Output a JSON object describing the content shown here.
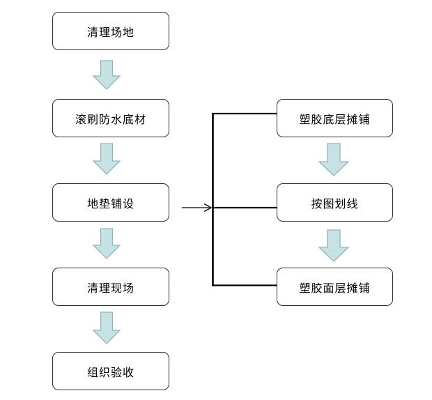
{
  "diagram": {
    "colors": {
      "background": "#ffffff",
      "box_border": "#2e2e2e",
      "box_fill": "#ffffff",
      "text": "#000000",
      "connector_line": "#000000",
      "block_arrow_fill": "#c6e2e4",
      "block_arrow_stroke": "#8fb6ba"
    },
    "left_nodes": [
      {
        "label": "清理场地"
      },
      {
        "label": "滚刷防水底材"
      },
      {
        "label": "地垫铺设"
      },
      {
        "label": "清理现场"
      },
      {
        "label": "组织验收"
      }
    ],
    "right_nodes": [
      {
        "label": "塑胶底层摊铺"
      },
      {
        "label": "按图划线"
      },
      {
        "label": "塑胶面层摊铺"
      }
    ]
  }
}
